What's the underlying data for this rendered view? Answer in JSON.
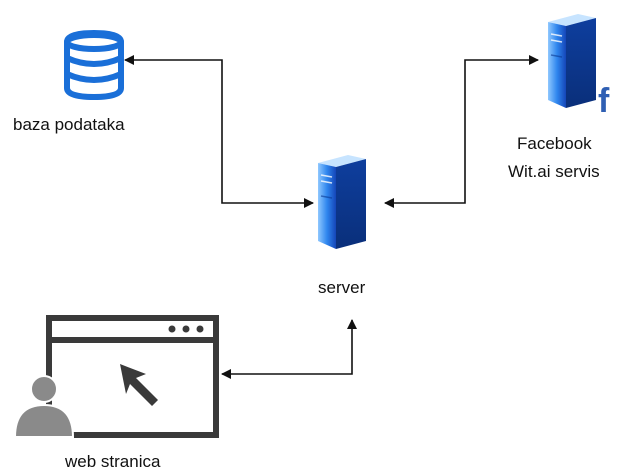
{
  "nodes": {
    "database": {
      "label": "baza podataka",
      "icon": "database-icon"
    },
    "facebook": {
      "label_line1": "Facebook",
      "label_line2": "Wit.ai servis",
      "icon": "server-facebook-icon",
      "badge": "f"
    },
    "server": {
      "label": "server",
      "icon": "server-icon"
    },
    "web": {
      "label": "web stranica",
      "icon": "browser-window-icon"
    }
  },
  "edges": [
    {
      "from": "server",
      "to": "database",
      "direction": "both"
    },
    {
      "from": "server",
      "to": "facebook",
      "direction": "both"
    },
    {
      "from": "server",
      "to": "web",
      "direction": "both"
    }
  ],
  "colors": {
    "connector": "#111111",
    "db_blue": "#1a6fd8",
    "server_blue": "#1b5fd6",
    "server_light": "#9fd0ff",
    "browser_gray": "#3a3a3a",
    "user_gray": "#8a8a8a"
  }
}
